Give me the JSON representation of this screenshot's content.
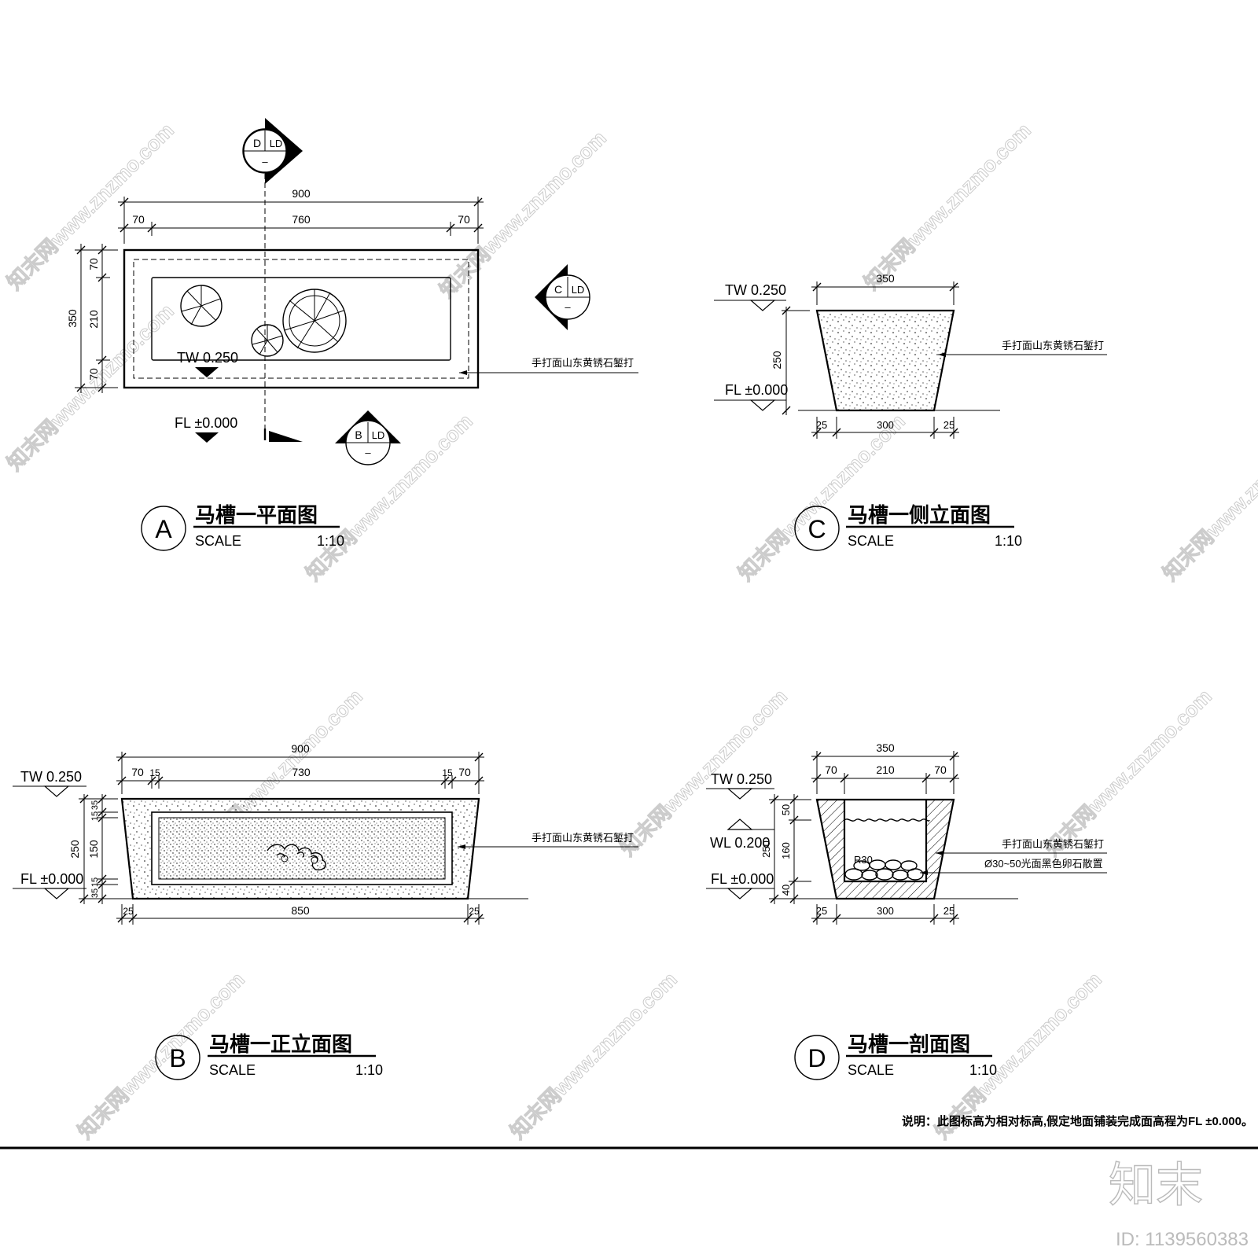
{
  "plan_view": {
    "dims_top_total": "900",
    "dims_top_parts": [
      "70",
      "760",
      "70"
    ],
    "dims_left_total": "350",
    "dims_left_parts": [
      "70",
      "210",
      "70"
    ],
    "tw_label": "TW  0.250",
    "fl_label": "FL  ±0.000",
    "material_note": "手打面山东黄锈石錾打",
    "marker_d": {
      "letter": "D",
      "sheet": "LD",
      "num": "–"
    },
    "marker_c": {
      "letter": "C",
      "sheet": "LD",
      "num": "–"
    },
    "marker_b": {
      "letter": "B",
      "sheet": "LD",
      "num": "–"
    },
    "title": {
      "letter": "A",
      "name": "马槽一平面图",
      "scale_label": "SCALE",
      "scale": "1:10"
    }
  },
  "side_elevation": {
    "dim_top": "350",
    "dim_height": "250",
    "dims_bottom": [
      "25",
      "300",
      "25"
    ],
    "tw_label": "TW  0.250",
    "fl_label": "FL  ±0.000",
    "material_note": "手打面山东黄锈石錾打",
    "title": {
      "letter": "C",
      "name": "马槽一侧立面图",
      "scale_label": "SCALE",
      "scale": "1:10"
    }
  },
  "front_elevation": {
    "dim_top_total": "900",
    "dims_top_parts": [
      "70",
      "15",
      "730",
      "15",
      "70"
    ],
    "dims_left": [
      "35",
      "15",
      "150",
      "15",
      "35"
    ],
    "dim_left_total": "250",
    "dims_bottom": [
      "25",
      "850",
      "25"
    ],
    "tw_label": "TW  0.250",
    "fl_label": "FL  ±0.000",
    "material_note": "手打面山东黄锈石錾打",
    "title": {
      "letter": "B",
      "name": "马槽一正立面图",
      "scale_label": "SCALE",
      "scale": "1:10"
    }
  },
  "section": {
    "dim_top_total": "350",
    "dims_top_parts": [
      "70",
      "210",
      "70"
    ],
    "dims_left": [
      "50",
      "160",
      "40"
    ],
    "dim_left_total": "250",
    "dims_bottom": [
      "25",
      "300",
      "25"
    ],
    "tw_label": "TW  0.250",
    "wl_label": "WL  0.200",
    "fl_label": "FL  ±0.000",
    "radius_label": "R30",
    "material_note": "手打面山东黄锈石錾打",
    "pebble_note": "Ø30~50光面黑色卵石散置",
    "title": {
      "letter": "D",
      "name": "马槽一剖面图",
      "scale_label": "SCALE",
      "scale": "1:10"
    }
  },
  "footer": {
    "note": "说明：此图标高为相对标高,假定地面铺装完成面高程为FL ±0.000。",
    "logo": "知末",
    "id": "ID: 1139560383"
  },
  "watermark": "知末网www.znzmo.com"
}
